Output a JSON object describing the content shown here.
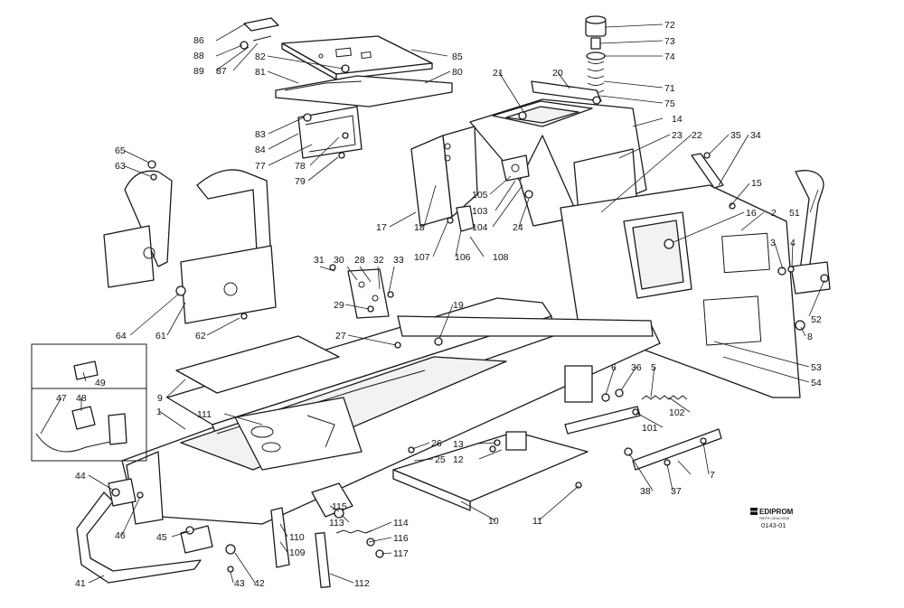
{
  "diagram": {
    "callouts": [
      {
        "id": "c86",
        "label": "86"
      },
      {
        "id": "c88",
        "label": "88"
      },
      {
        "id": "c89",
        "label": "89"
      },
      {
        "id": "c87",
        "label": "87"
      },
      {
        "id": "c85",
        "label": "85"
      },
      {
        "id": "c82",
        "label": "82"
      },
      {
        "id": "c81",
        "label": "81"
      },
      {
        "id": "c80",
        "label": "80"
      },
      {
        "id": "c83",
        "label": "83"
      },
      {
        "id": "c84",
        "label": "84"
      },
      {
        "id": "c77",
        "label": "77"
      },
      {
        "id": "c78",
        "label": "78"
      },
      {
        "id": "c79",
        "label": "79"
      },
      {
        "id": "c72",
        "label": "72"
      },
      {
        "id": "c73",
        "label": "73"
      },
      {
        "id": "c74",
        "label": "74"
      },
      {
        "id": "c71",
        "label": "71"
      },
      {
        "id": "c75",
        "label": "75"
      },
      {
        "id": "c20",
        "label": "20"
      },
      {
        "id": "c21",
        "label": "21"
      },
      {
        "id": "c14",
        "label": "14"
      },
      {
        "id": "c23",
        "label": "23"
      },
      {
        "id": "c22",
        "label": "22"
      },
      {
        "id": "c35",
        "label": "35"
      },
      {
        "id": "c34",
        "label": "34"
      },
      {
        "id": "c65",
        "label": "65"
      },
      {
        "id": "c63",
        "label": "63"
      },
      {
        "id": "c15",
        "label": "15"
      },
      {
        "id": "c16",
        "label": "16"
      },
      {
        "id": "c2",
        "label": "2"
      },
      {
        "id": "c51",
        "label": "51"
      },
      {
        "id": "c3",
        "label": "3"
      },
      {
        "id": "c4",
        "label": "4"
      },
      {
        "id": "c105",
        "label": "105"
      },
      {
        "id": "c103",
        "label": "103"
      },
      {
        "id": "c104",
        "label": "104"
      },
      {
        "id": "c24",
        "label": "24"
      },
      {
        "id": "c17",
        "label": "17"
      },
      {
        "id": "c18",
        "label": "18"
      },
      {
        "id": "c107",
        "label": "107"
      },
      {
        "id": "c106",
        "label": "106"
      },
      {
        "id": "c108",
        "label": "108"
      },
      {
        "id": "c31",
        "label": "31"
      },
      {
        "id": "c30",
        "label": "30"
      },
      {
        "id": "c28",
        "label": "28"
      },
      {
        "id": "c32",
        "label": "32"
      },
      {
        "id": "c33",
        "label": "33"
      },
      {
        "id": "c29",
        "label": "29"
      },
      {
        "id": "c19",
        "label": "19"
      },
      {
        "id": "c52",
        "label": "52"
      },
      {
        "id": "c8",
        "label": "8"
      },
      {
        "id": "c64",
        "label": "64"
      },
      {
        "id": "c61",
        "label": "61"
      },
      {
        "id": "c62",
        "label": "62"
      },
      {
        "id": "c27",
        "label": "27"
      },
      {
        "id": "c53",
        "label": "53"
      },
      {
        "id": "c54",
        "label": "54"
      },
      {
        "id": "c49",
        "label": "49"
      },
      {
        "id": "c9",
        "label": "9"
      },
      {
        "id": "c6",
        "label": "6"
      },
      {
        "id": "c36",
        "label": "36"
      },
      {
        "id": "c5",
        "label": "5"
      },
      {
        "id": "c47",
        "label": "47"
      },
      {
        "id": "c48",
        "label": "48"
      },
      {
        "id": "c1",
        "label": "1"
      },
      {
        "id": "c111",
        "label": "111"
      },
      {
        "id": "c102",
        "label": "102"
      },
      {
        "id": "c101",
        "label": "101"
      },
      {
        "id": "c26",
        "label": "26"
      },
      {
        "id": "c13",
        "label": "13"
      },
      {
        "id": "c25",
        "label": "25"
      },
      {
        "id": "c12",
        "label": "12"
      },
      {
        "id": "c7",
        "label": "7"
      },
      {
        "id": "c44",
        "label": "44"
      },
      {
        "id": "c38",
        "label": "38"
      },
      {
        "id": "c37",
        "label": "37"
      },
      {
        "id": "c115",
        "label": "115"
      },
      {
        "id": "c46",
        "label": "46"
      },
      {
        "id": "c10",
        "label": "10"
      },
      {
        "id": "c11",
        "label": "11"
      },
      {
        "id": "c113",
        "label": "113"
      },
      {
        "id": "c114",
        "label": "114"
      },
      {
        "id": "c45",
        "label": "45"
      },
      {
        "id": "c110",
        "label": "110"
      },
      {
        "id": "c116",
        "label": "116"
      },
      {
        "id": "c109",
        "label": "109"
      },
      {
        "id": "c117",
        "label": "117"
      },
      {
        "id": "c41",
        "label": "41"
      },
      {
        "id": "c43",
        "label": "43"
      },
      {
        "id": "c42",
        "label": "42"
      },
      {
        "id": "c112",
        "label": "112"
      }
    ],
    "logo": {
      "brand": "EDIPROM",
      "tagline": "PARTS CATALOGUE",
      "code": "0143-01",
      "icon": "ediprom-logo-icon"
    },
    "inset": {
      "callouts": [
        "49",
        "47",
        "48"
      ]
    }
  }
}
